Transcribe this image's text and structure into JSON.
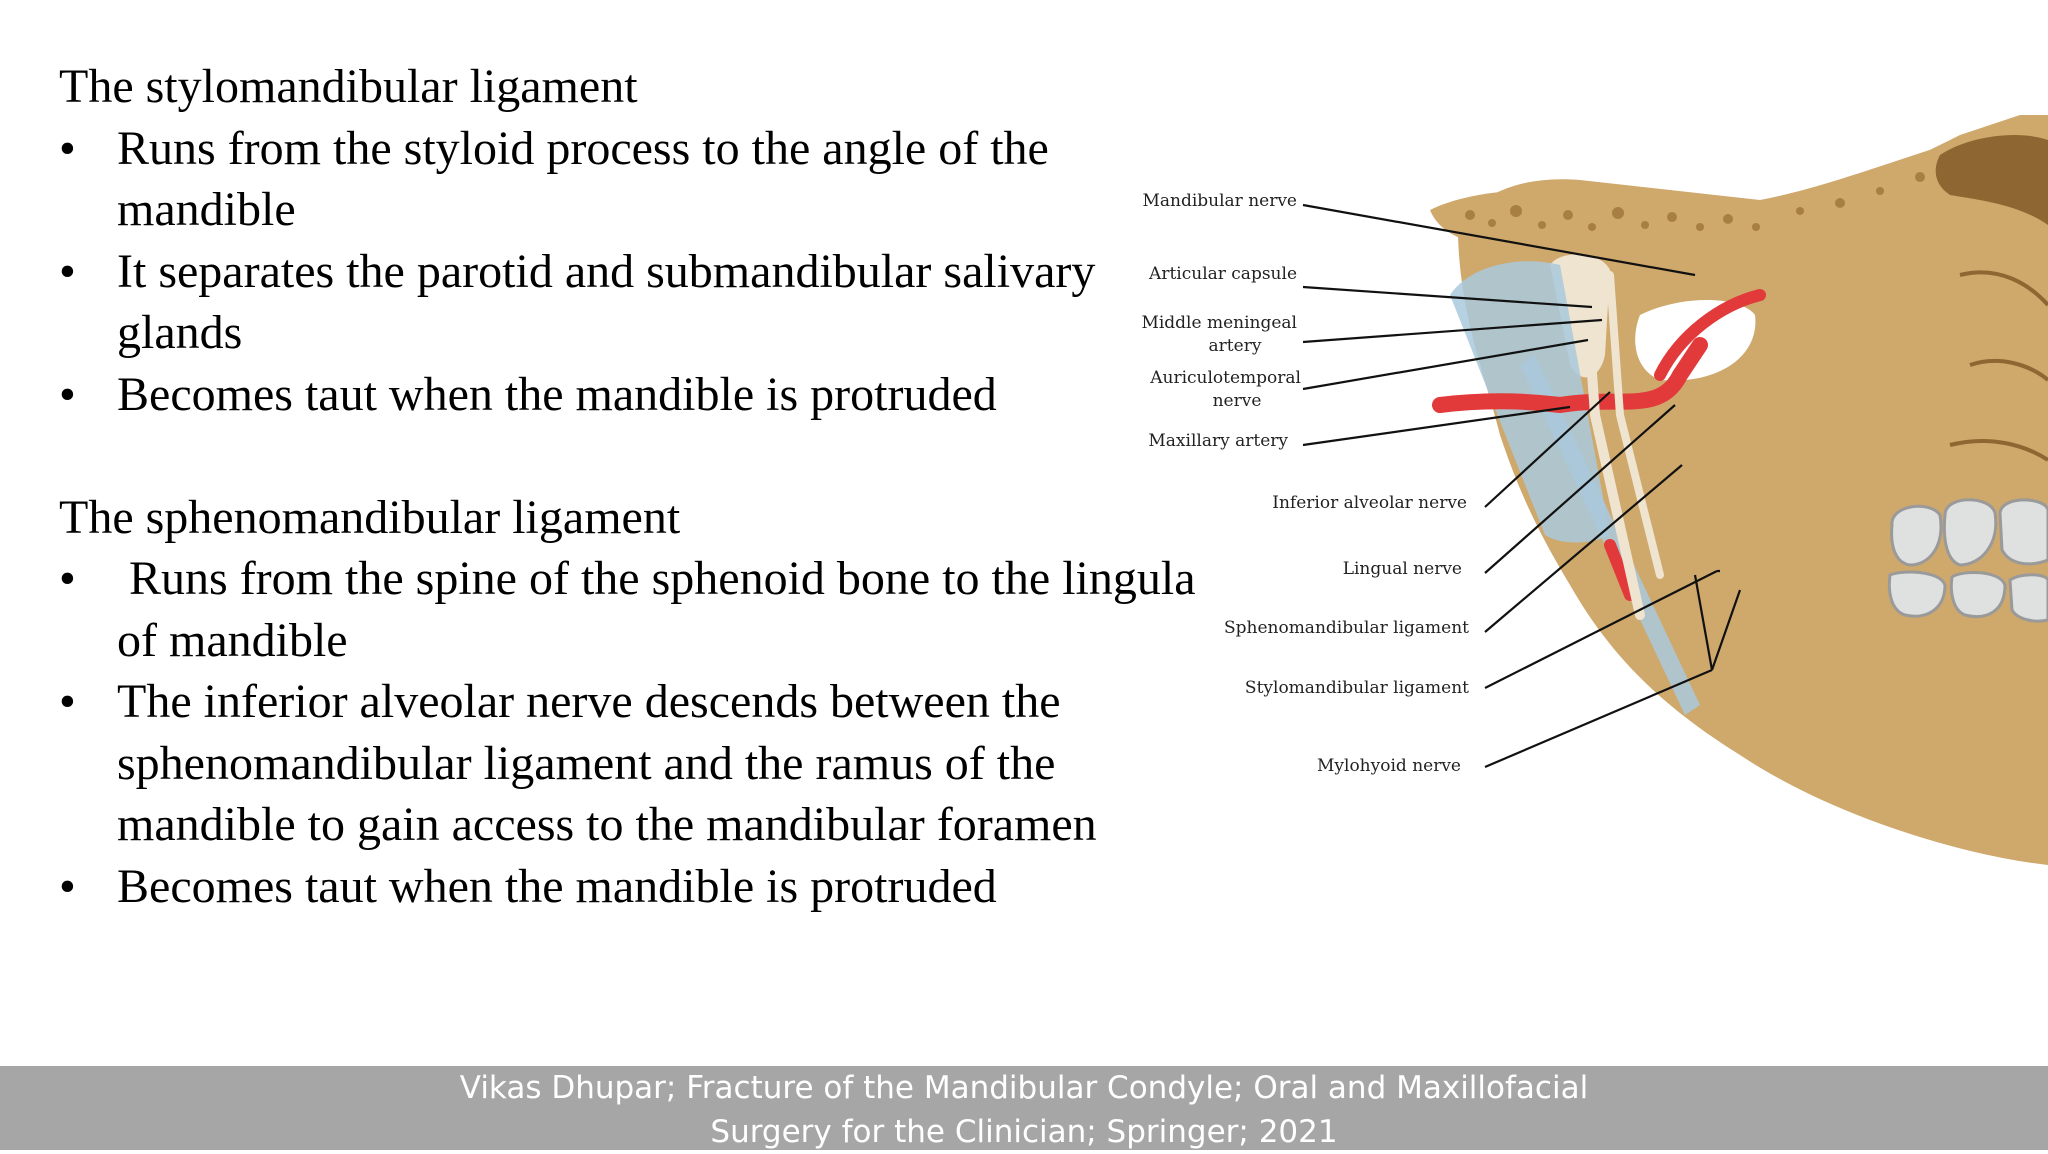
{
  "sections": [
    {
      "heading": "The stylomandibular ligament",
      "bullets": [
        [
          "Runs from the styloid process to the angle of the",
          "mandible"
        ],
        [
          "It separates the parotid and submandibular salivary",
          "glands"
        ],
        [
          "Becomes taut when the mandible is protruded"
        ]
      ]
    },
    {
      "heading": "The sphenomandibular ligament",
      "bullets": [
        [
          " Runs from the spine of the sphenoid bone to the lingula",
          "of mandible"
        ],
        [
          "The inferior alveolar nerve descends between the",
          "sphenomandibular ligament and the ramus of the",
          "mandible to gain access to the mandibular foramen"
        ],
        [
          "Becomes taut when the mandible is protruded"
        ]
      ]
    }
  ],
  "bullet_glyph": "•",
  "figure": {
    "labels_left": [
      [
        "Mandibular nerve"
      ],
      [
        "Articular capsule"
      ],
      [
        "Middle meningeal",
        "artery"
      ],
      [
        "Auriculotemporal",
        "nerve"
      ],
      [
        "Maxillary artery"
      ]
    ],
    "labels_mid": [
      "Inferior alveolar nerve",
      "Lingual nerve",
      "Sphenomandibular ligament",
      "Stylomandibular ligament",
      "Mylohyoid nerve"
    ],
    "colors": {
      "bone": "#cfa86c",
      "bone_dark": "#a77f45",
      "artery": "#e23a3a",
      "ligament": "#a9c9dc",
      "nerve": "#efe4cf",
      "teeth": "#dfe0e0"
    }
  },
  "citation": {
    "line1": "Vikas Dhupar; Fracture of the Mandibular Condyle; Oral and Maxillofacial",
    "line2": "Surgery for the Clinician; Springer; 2021"
  }
}
